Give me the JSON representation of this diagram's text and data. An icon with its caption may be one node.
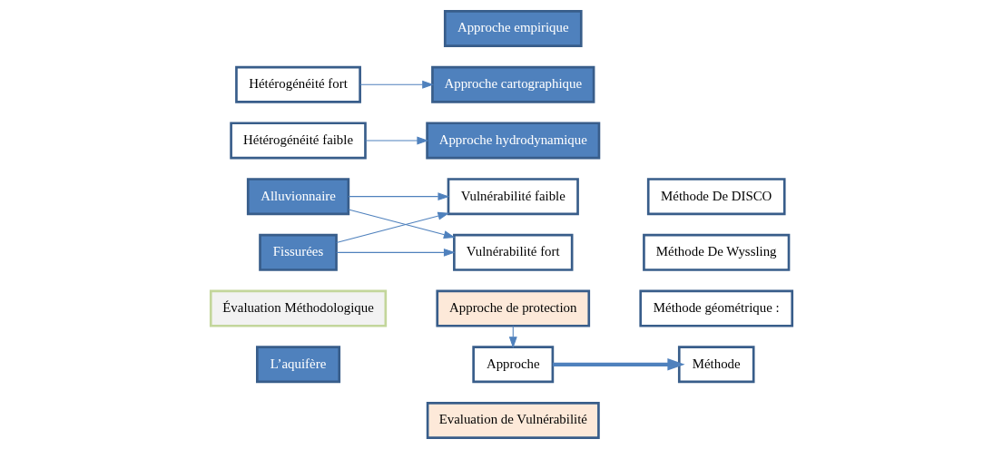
{
  "diagram": {
    "nodes": [
      {
        "text": [
          "L’aquifère"
        ]
      },
      {
        "text": [
          "Evaluation de Vulnérabilité"
        ]
      },
      {
        "text": [
          "Approche de protection"
        ]
      },
      {
        "text": [
          "Évaluation Méthodologique"
        ]
      },
      {
        "text": [
          "Alluvionnaire"
        ]
      },
      {
        "text": [
          "Fissurées"
        ]
      },
      {
        "text": [
          "Vulnérabilité faible"
        ]
      },
      {
        "text": [
          "Vulnérabilité fort"
        ]
      },
      {
        "text": [
          "Hétérogénéité faible"
        ]
      },
      {
        "text": [
          "Hétérogénéité fort"
        ]
      },
      {
        "text": [
          "Approche"
        ]
      },
      {
        "text": [
          "Méthode"
        ]
      },
      {
        "text": [
          "Approche empirique"
        ]
      },
      {
        "text": [
          "Méthode géométrique :"
        ]
      },
      {
        "text": [
          "Approche hydrodynamique"
        ]
      },
      {
        "text": [
          "Méthode De Wyssling"
        ]
      },
      {
        "text": [
          "Approche cartographique"
        ]
      },
      {
        "text": [
          "Méthode De DISCO"
        ]
      }
    ],
    "edges": [
      {
        "from": 4,
        "to": 6,
        "arrow": "to"
      },
      {
        "from": 4,
        "to": 7,
        "arrow": "to"
      },
      {
        "from": 5,
        "to": 6,
        "arrow": "to"
      },
      {
        "from": 5,
        "to": 7,
        "arrow": "to"
      },
      {
        "from": 8,
        "to": 14,
        "arrow": "to"
      },
      {
        "from": 9,
        "to": 16,
        "arrow": "to"
      },
      {
        "from": 2,
        "to": 10,
        "arrow": "to"
      },
      {
        "from": 10,
        "to": 11,
        "arrow": "to",
        "style": "thick"
      }
    ]
  }
}
